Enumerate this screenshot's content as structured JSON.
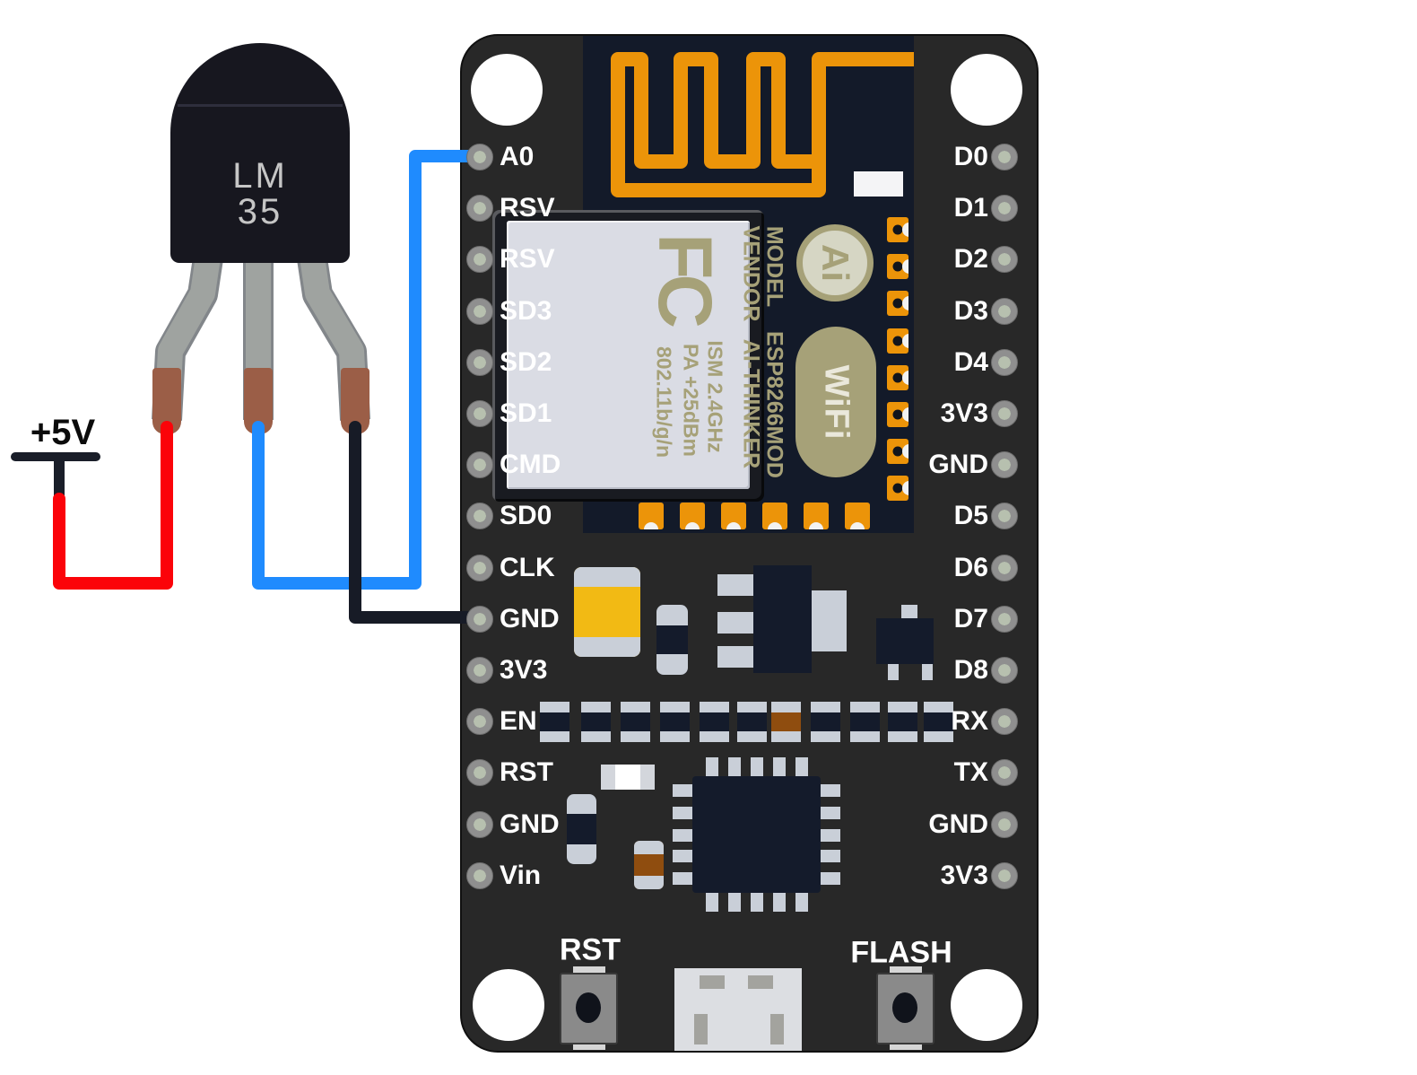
{
  "power": {
    "label": "+5V"
  },
  "sensor": {
    "name": "LM35 temperature sensor",
    "marking_line1": "LM",
    "marking_line2": "35"
  },
  "wires": [
    {
      "name": "power-wire",
      "from": "+5V",
      "to": "LM35 VCC (left leg)",
      "color": "#FB0309"
    },
    {
      "name": "signal-wire",
      "from": "LM35 VOUT (middle leg)",
      "to": "A0",
      "color": "#1F8BFE"
    },
    {
      "name": "ground-wire",
      "from": "LM35 GND (right leg)",
      "to": "GND",
      "color": "#171B26"
    }
  ],
  "board": {
    "name": "NodeMCU ESP8266",
    "left_pins": [
      "A0",
      "RSV",
      "RSV",
      "SD3",
      "SD2",
      "SD1",
      "CMD",
      "SD0",
      "CLK",
      "GND",
      "3V3",
      "EN",
      "RST",
      "GND",
      "Vin"
    ],
    "right_pins": [
      "D0",
      "D1",
      "D2",
      "D3",
      "D4",
      "3V3",
      "GND",
      "D5",
      "D6",
      "D7",
      "D8",
      "RX",
      "TX",
      "GND",
      "3V3"
    ],
    "buttons": {
      "reset": "RST",
      "flash": "FLASH"
    },
    "module": {
      "fcc_logo": "FC",
      "model_label": "MODEL",
      "vendor_label": "VENDOR",
      "model_value": "ESP8266MOD",
      "vendor_value": "AI-THINKER",
      "ism": "ISM 2.4GHz",
      "pa": "PA +25dBm",
      "protocol": "802.11b/g/n",
      "ai_logo": "Ai",
      "wifi_logo": "WiFi"
    }
  },
  "colors": {
    "board": "#282828",
    "antenna_zone": "#131A29",
    "trace_orange": "#EC9409",
    "shield_silver": "#DADCE4",
    "shield_text_olive": "#A6A178",
    "wire_red": "#FB0309",
    "wire_blue": "#1F8BFE",
    "wire_black": "#171B26",
    "capacitor_yellow": "#F2BA14",
    "component_navy": "#141B2B",
    "leg_tip_brown": "#9B5E47"
  }
}
